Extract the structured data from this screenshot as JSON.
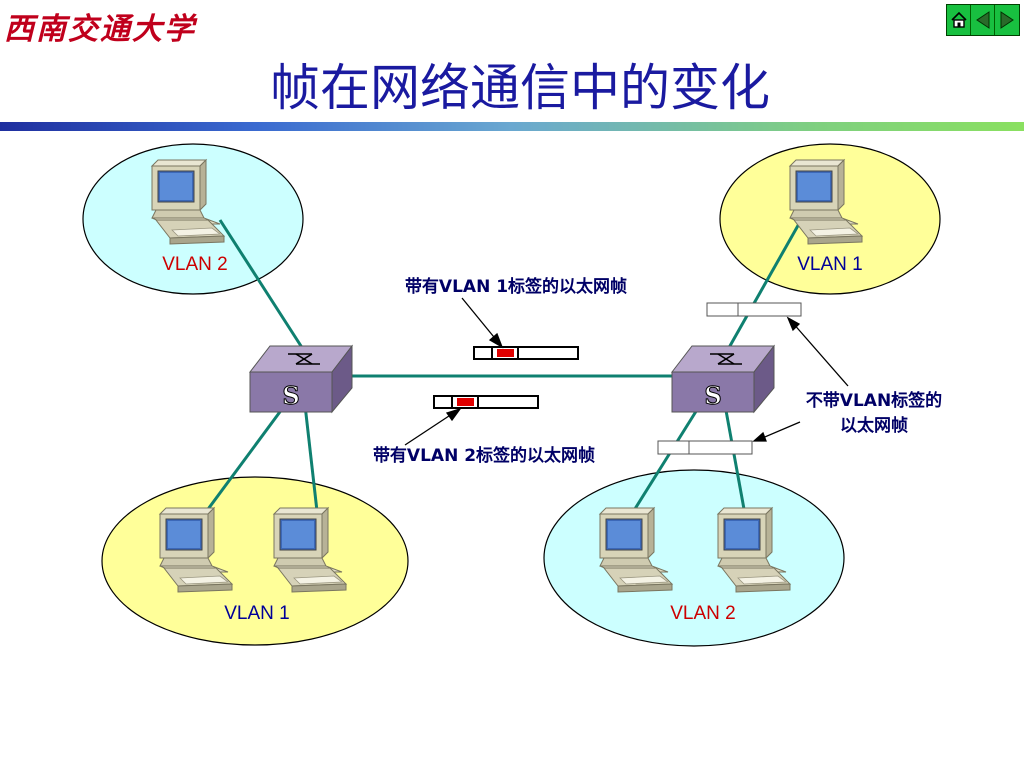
{
  "logo": {
    "text": "西南交通大学"
  },
  "title": "帧在网络通信中的变化",
  "nav": {
    "home_icon": "home-icon",
    "prev_icon": "prev-arrow-icon",
    "next_icon": "next-arrow-icon"
  },
  "switches": {
    "left_label": "S",
    "right_label": "S"
  },
  "groups": {
    "top_left": "VLAN 2",
    "top_right": "VLAN 1",
    "bottom_left": "VLAN 1",
    "bottom_right": "VLAN 2"
  },
  "annotations": {
    "tag1": "带有VLAN 1标签的以太网帧",
    "tag2": "带有VLAN 2标签的以太网帧",
    "untagged_line1": "不带VLAN标签的",
    "untagged_line2": "以太网帧"
  },
  "colors": {
    "title": "#1a1aa0",
    "logo": "#c0001c",
    "link": "#0f8070",
    "vlan_blue_fill": "#ccffff",
    "vlan_yellow_fill": "#ffff99",
    "label_red": "#cc0000",
    "label_blue": "#000099",
    "tag_red": "#e00000"
  }
}
